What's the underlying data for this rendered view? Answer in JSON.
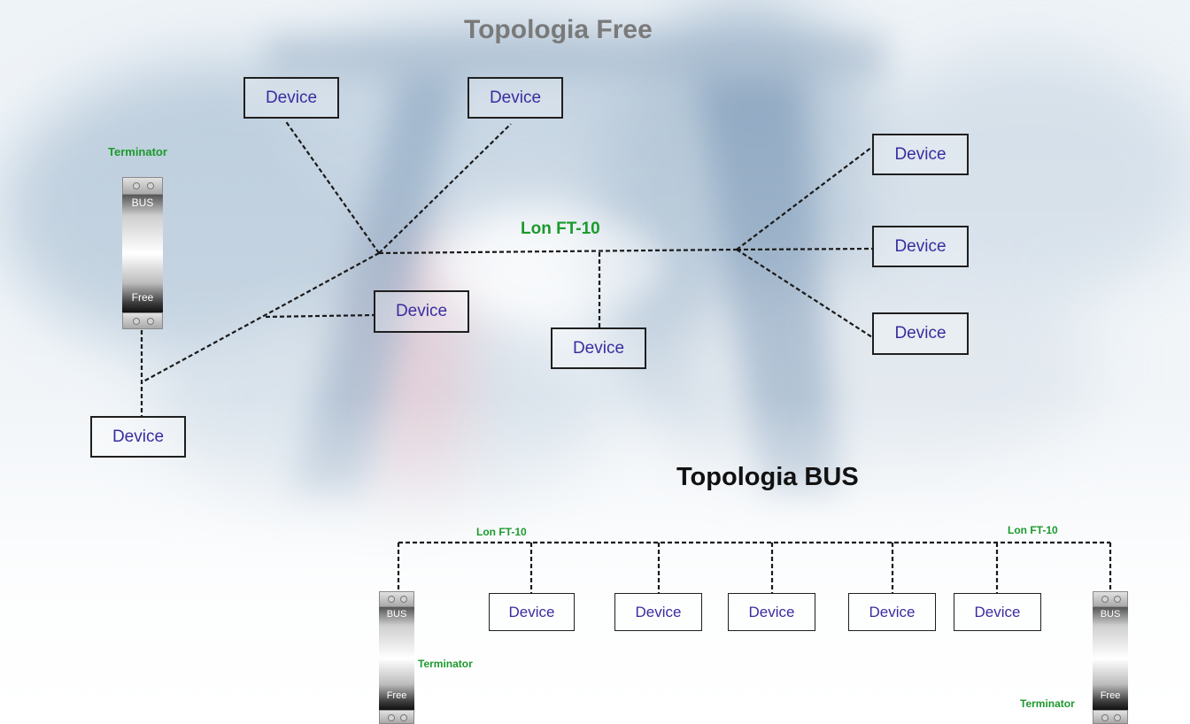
{
  "free": {
    "title": "Topologia Free",
    "bus_label": "Lon FT-10",
    "terminator_label": "Terminator",
    "terminator_top": "BUS",
    "terminator_bottom": "Free",
    "devices": [
      "Device",
      "Device",
      "Device",
      "Device",
      "Device",
      "Device",
      "Device",
      "Device"
    ]
  },
  "bus": {
    "title": "Topologia BUS",
    "bus_label_left": "Lon FT-10",
    "bus_label_right": "Lon FT-10",
    "left_terminator_label": "Terminator",
    "right_terminator_label": "Terminator",
    "terminator_top": "BUS",
    "terminator_bottom": "Free",
    "devices": [
      "Device",
      "Device",
      "Device",
      "Device",
      "Device"
    ]
  },
  "colors": {
    "device_text": "#3a2ca0",
    "label_green": "#1c9a2c",
    "title_gray": "#7a7a7a",
    "title_dark": "#111111"
  }
}
